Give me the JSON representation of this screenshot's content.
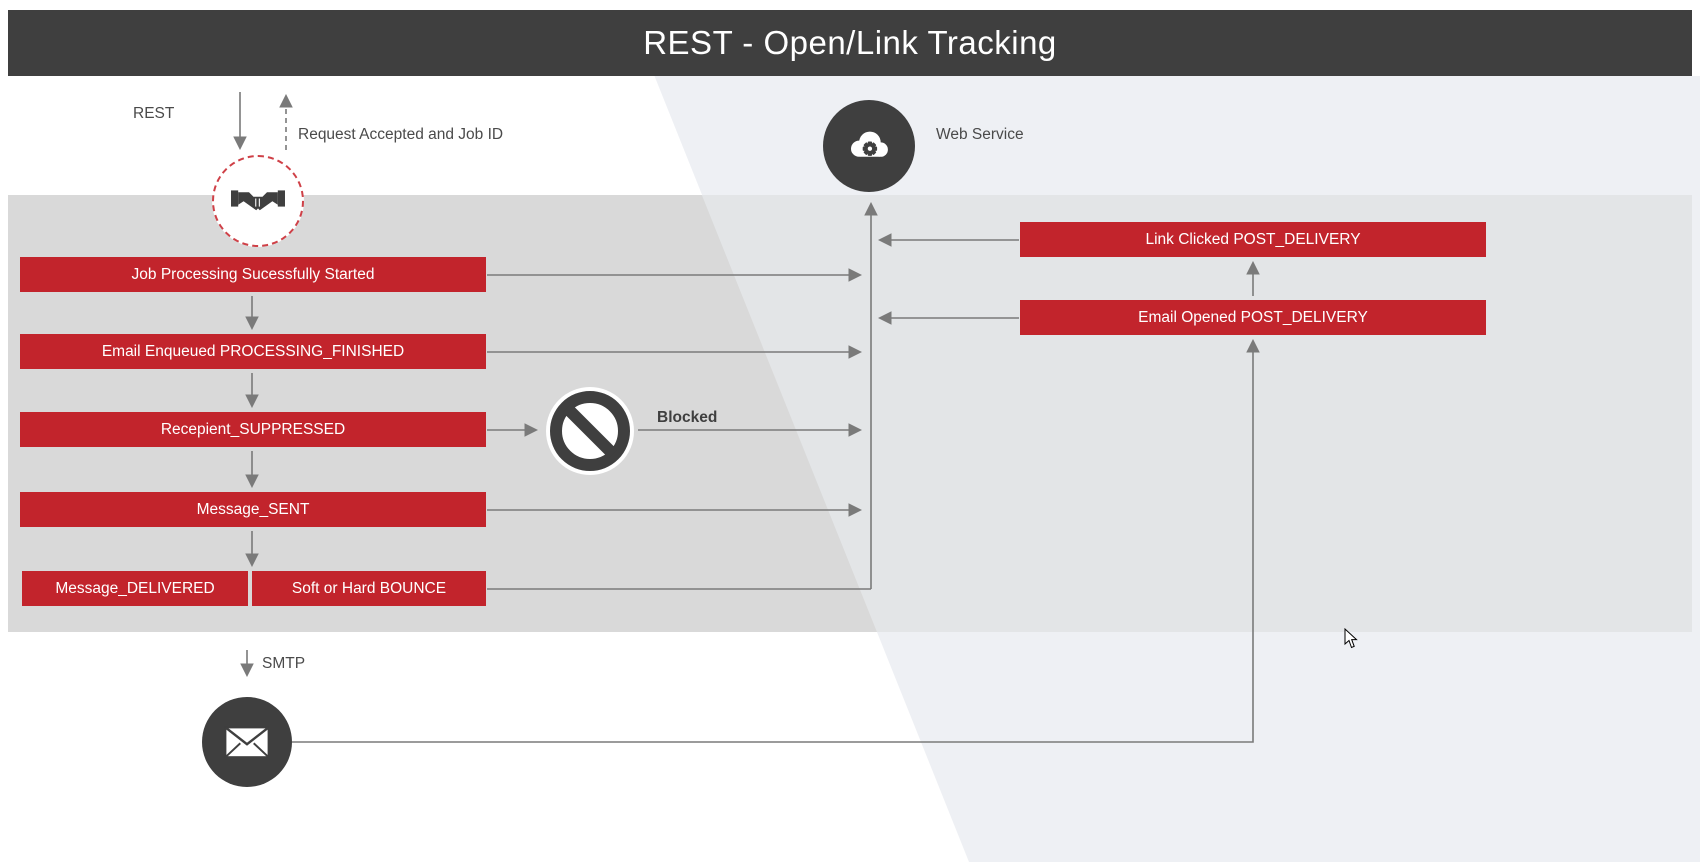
{
  "header": {
    "title": "REST - Open/Link Tracking"
  },
  "rest": {
    "label": "REST",
    "response_label": "Request Accepted and Job ID"
  },
  "web_service": {
    "label": "Web Service"
  },
  "blocked": {
    "label": "Blocked"
  },
  "smtp": {
    "label": "SMTP"
  },
  "left_flow": [
    {
      "label": "Job Processing Sucessfully Started"
    },
    {
      "label": "Email Enqueued PROCESSING_FINISHED"
    },
    {
      "label": "Recepient_SUPPRESSED"
    },
    {
      "label": "Message_SENT"
    }
  ],
  "delivery_row": [
    {
      "label": "Message_DELIVERED"
    },
    {
      "label": "Soft or Hard BOUNCE"
    }
  ],
  "callbacks": [
    {
      "label": "Link Clicked POST_DELIVERY"
    },
    {
      "label": "Email Opened POST_DELIVERY"
    }
  ],
  "icons": {
    "handshake": "handshake-icon",
    "web_service": "cloud-gear-icon",
    "blocked": "prohibition-icon",
    "email": "envelope-icon",
    "cursor": "mouse-cursor-icon"
  },
  "colors": {
    "accent_red": "#c2242c",
    "header_dark": "#3f3f3f",
    "band_gray": "#d9d9d9",
    "arrow_gray": "#7a7a7a",
    "tint_blue_gray": "#eef0f4"
  }
}
